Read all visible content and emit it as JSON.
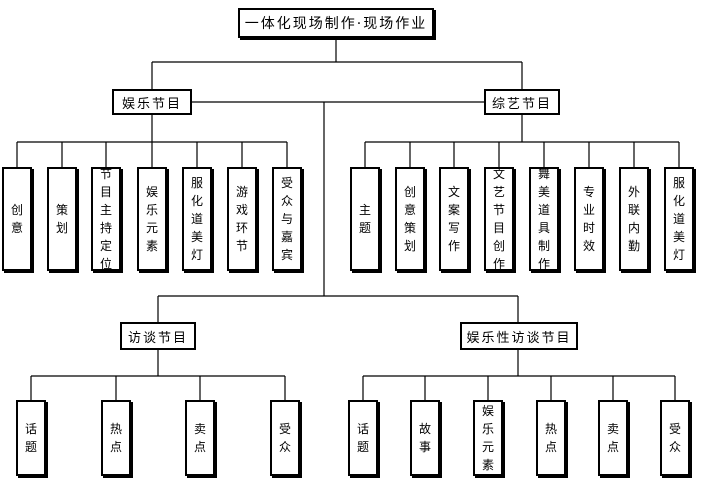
{
  "diagram": {
    "root": "一体化现场制作·现场作业",
    "branches": [
      {
        "label": "娱乐节目",
        "children": [
          "创意",
          "策划",
          "节目主持定位",
          "娱乐元素",
          "服化道美灯",
          "游戏环节",
          "受众与嘉宾"
        ]
      },
      {
        "label": "综艺节目",
        "children": [
          "主题",
          "创意策划",
          "文案写作",
          "文艺节目创作",
          "舞美道具制作",
          "专业时效",
          "外联内勤",
          "服化道美灯"
        ]
      },
      {
        "label": "访谈节目",
        "children": [
          "话题",
          "热点",
          "卖点",
          "受众"
        ]
      },
      {
        "label": "娱乐性访谈节目",
        "children": [
          "话题",
          "故事",
          "娱乐元素",
          "热点",
          "卖点",
          "受众"
        ]
      }
    ]
  }
}
